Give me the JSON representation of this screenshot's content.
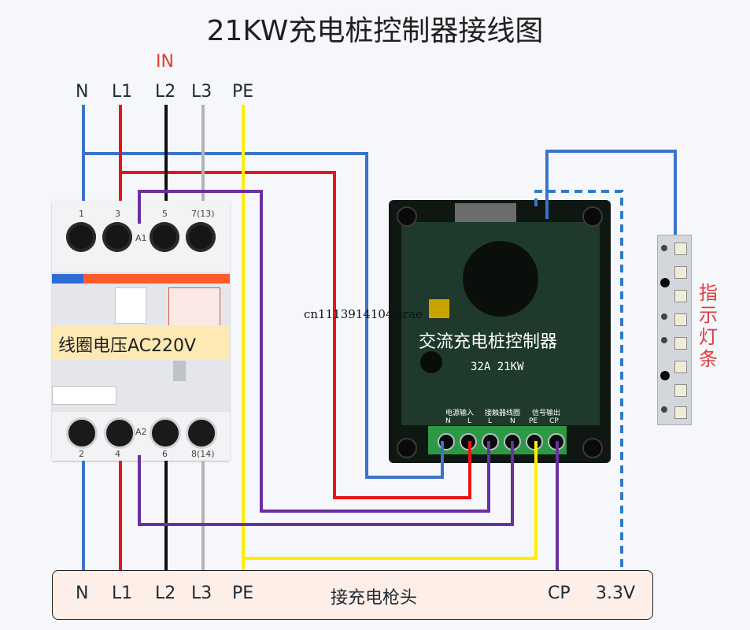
{
  "title": "21KW充电桩控制器接线图",
  "input_label": "IN",
  "top_terminals": [
    "N",
    "L1",
    "L2",
    "L3",
    "PE"
  ],
  "contactor": {
    "top_numbers": [
      "1",
      "3",
      "5",
      "7(13)"
    ],
    "bottom_numbers": [
      "2",
      "4",
      "6",
      "8(14)"
    ],
    "a1_label": "A1",
    "a2_label": "A2",
    "coil_label": "线圈电压AC220V"
  },
  "controller": {
    "name": "交流充电桩控制器",
    "spec": "32A  21KW",
    "groups": [
      "电源输入",
      "接触器线圈",
      "信号输出"
    ],
    "terminals": [
      "N",
      "L",
      "L",
      "N",
      "PE",
      "CP"
    ],
    "watermark": "cn1113914104jsrae"
  },
  "indicator": {
    "label": "指示灯条"
  },
  "plug": {
    "terminals": [
      "N",
      "L1",
      "L2",
      "L3",
      "PE"
    ],
    "label": "接充电枪头",
    "cp_label": "CP",
    "voltage_label": "3.3V"
  },
  "colors": {
    "neutral": "#3b73c9",
    "l1": "#e8141a",
    "l2": "#111111",
    "l3": "#b3b3b3",
    "pe": "#ffee00",
    "coil": "#6a2fa0",
    "signal_dashed": "#2f7bc8"
  }
}
